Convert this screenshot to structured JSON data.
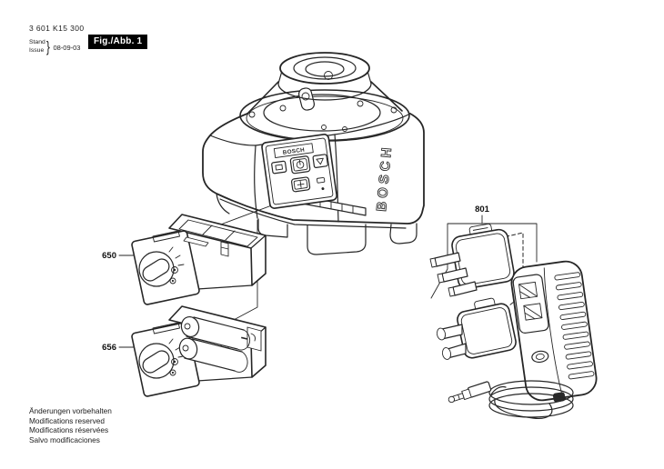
{
  "header": {
    "part_number": "3 601 K15 300",
    "stand_label": "Stand",
    "issue_label": "Issue",
    "brace": "}",
    "date": "08-09-03",
    "figure_label": "Fig./Abb. 1"
  },
  "brand": {
    "panel_logo": "BOSCH",
    "side_logo": "BOSCH"
  },
  "parts": {
    "battery_box": "650",
    "battery_box_open": "656",
    "charger_set": "801"
  },
  "footer": {
    "lines": [
      "Änderungen vorbehalten",
      "Modifications reserved",
      "Modifications réservées",
      "Salvo modificaciones"
    ]
  },
  "colors": {
    "background": "#ffffff",
    "line": "#262626",
    "figure_label_bg": "#000000",
    "figure_label_fg": "#ffffff"
  }
}
